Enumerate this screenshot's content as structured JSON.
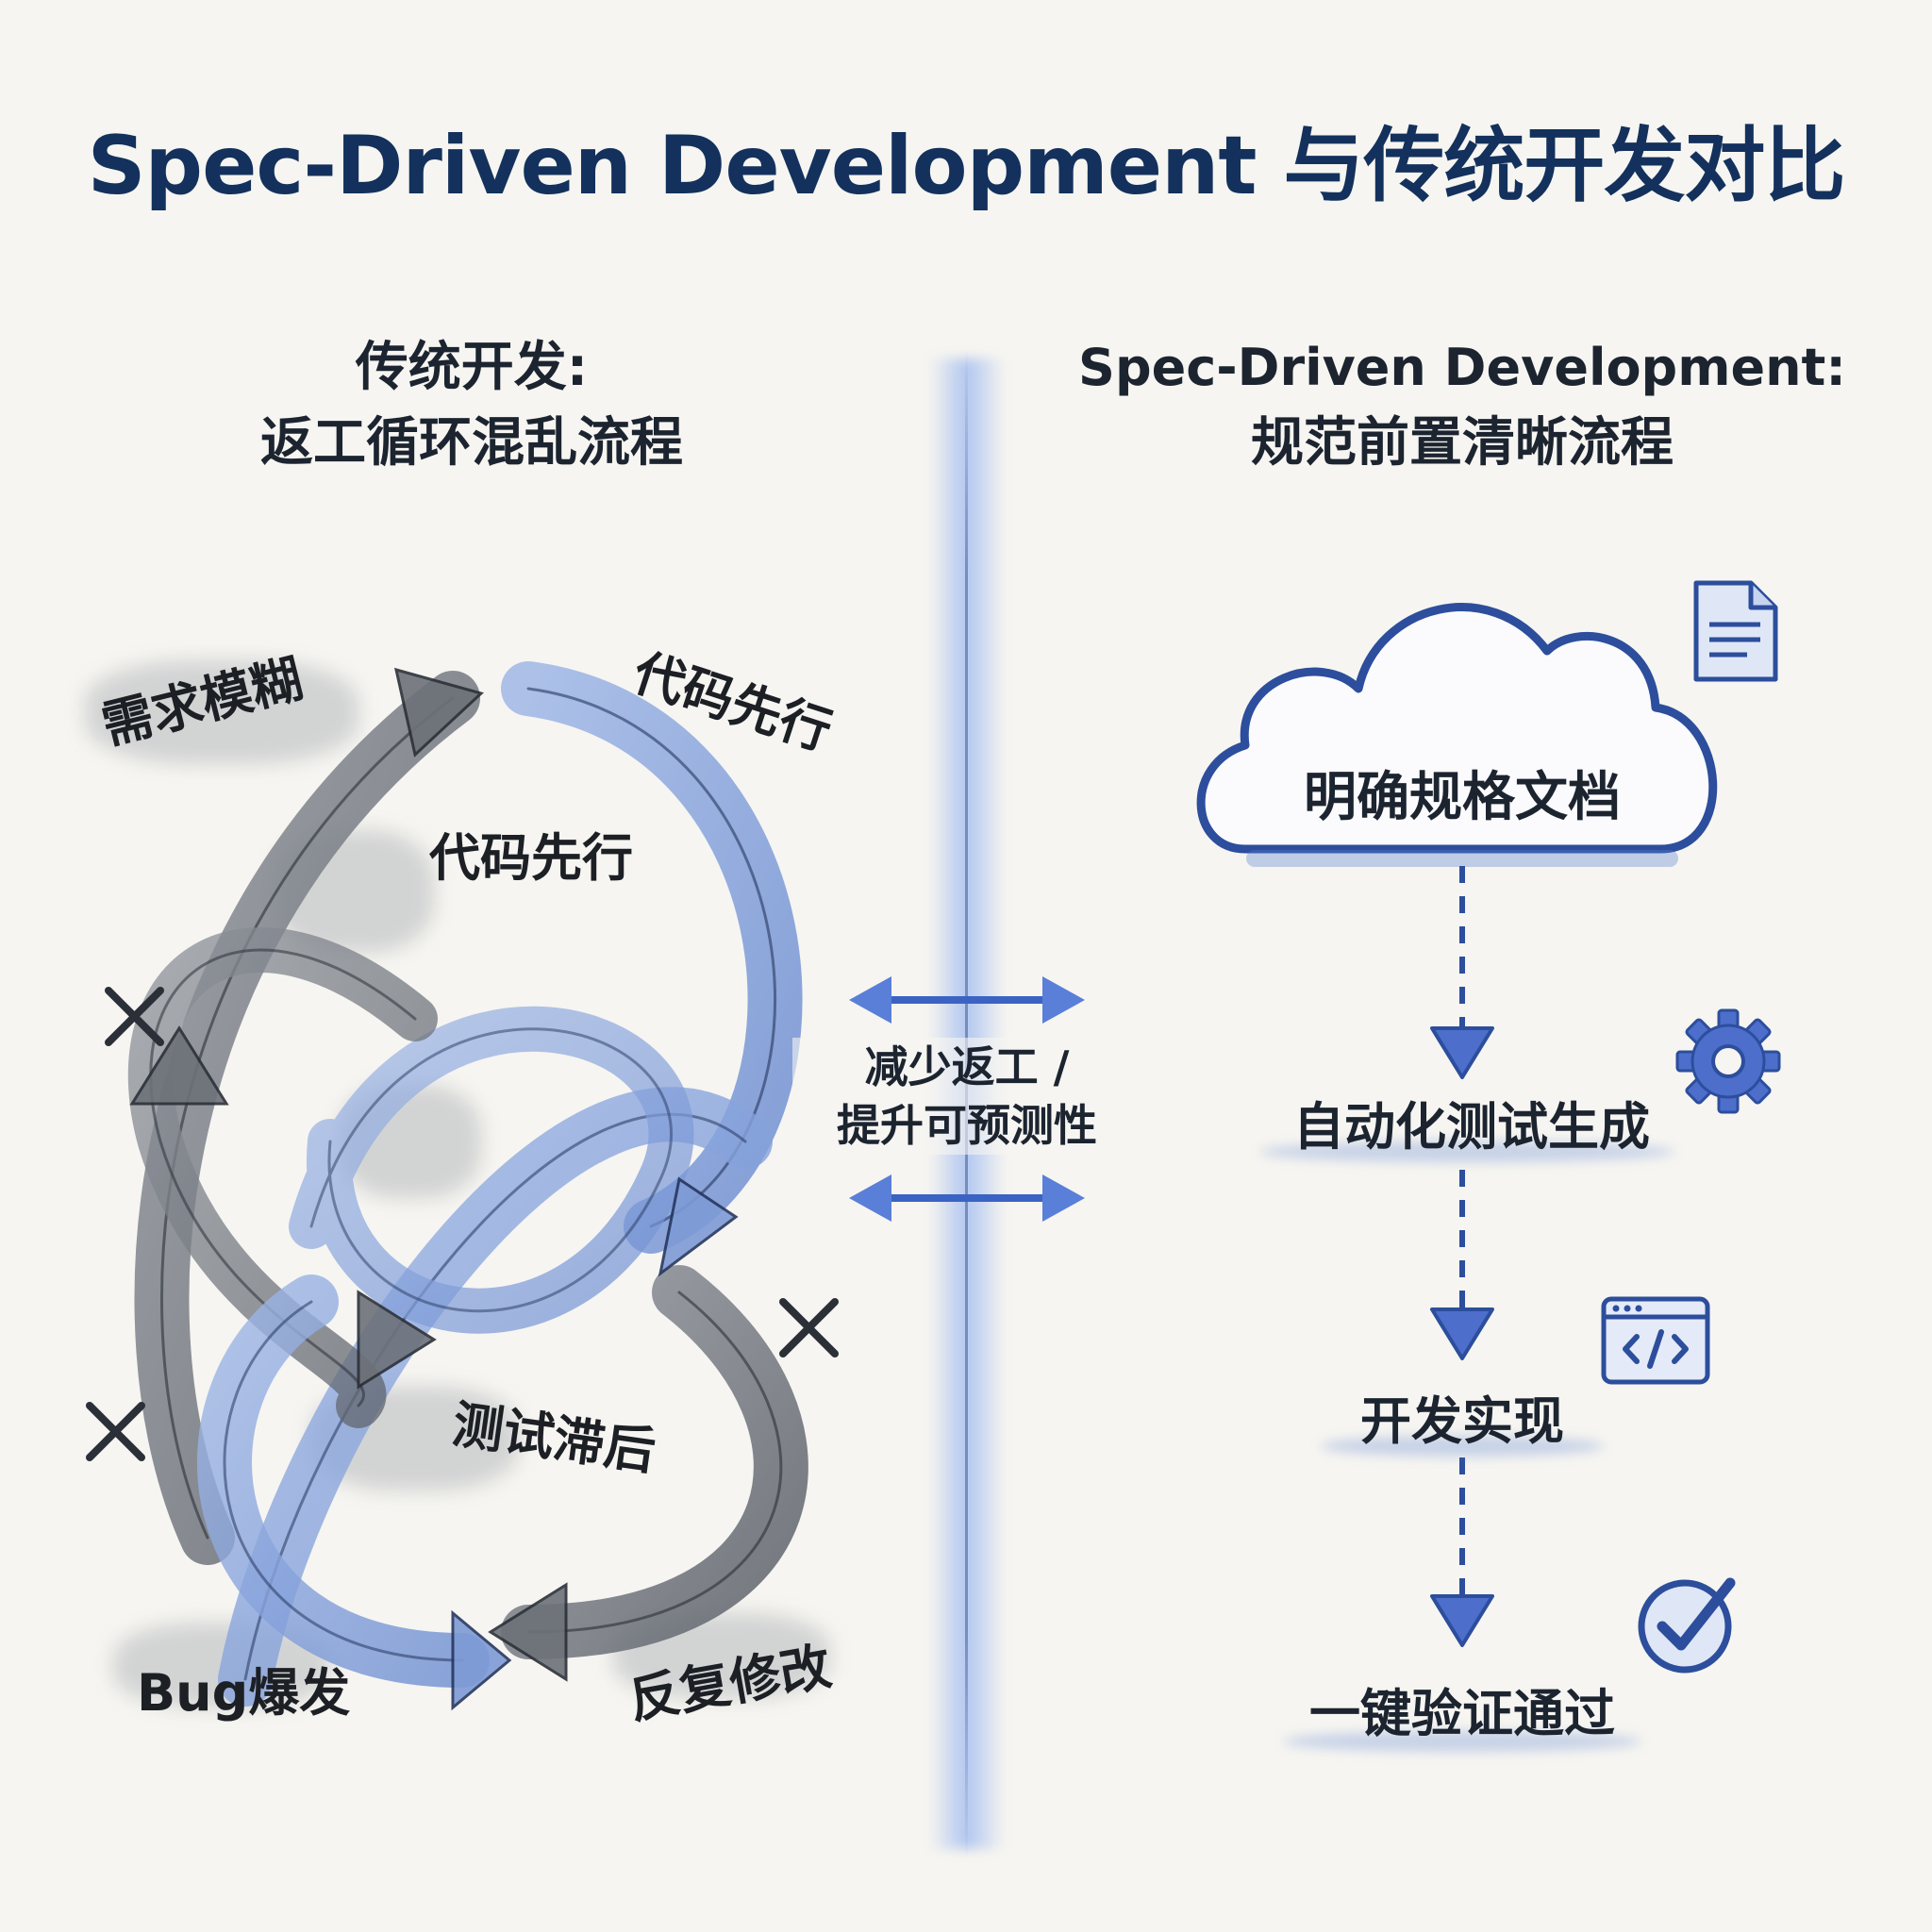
{
  "title": "Spec-Driven Development 与传统开发对比",
  "left": {
    "heading_line1": "传统开发:",
    "heading_line2": "返工循环混乱流程",
    "labels": {
      "req": "需求模糊",
      "code_top": "代码先行",
      "code_mid": "代码先行",
      "test": "测试滞后",
      "bug": "Bug爆发",
      "fix": "反复修改"
    }
  },
  "center": {
    "line1": "减少返工 /",
    "line2": "提升可预测性"
  },
  "right": {
    "heading_line1": "Spec-Driven Development:",
    "heading_line2": "规范前置清晰流程",
    "steps": {
      "spec": "明确规格文档",
      "test_gen": "自动化测试生成",
      "dev": "开发实现",
      "verify": "一键验证通过"
    }
  },
  "colors": {
    "title": "#13315c",
    "accent_blue": "#3b63c4",
    "glow": "#78a0f0",
    "pencil_gray": "#5a5f68"
  },
  "icons": [
    "document-icon",
    "gear-icon",
    "code-window-icon",
    "check-circle-icon",
    "cross-mark-icon",
    "double-arrow-icon",
    "cloud-shape",
    "down-arrow-icon"
  ]
}
